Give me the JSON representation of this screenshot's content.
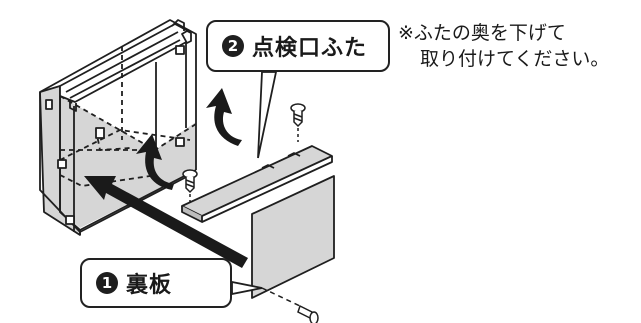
{
  "callouts": [
    {
      "number": "2",
      "label": "点検口ふた"
    },
    {
      "number": "1",
      "label": "裏板"
    }
  ],
  "note": {
    "mark": "※",
    "line1": "ふたの奥を下げて",
    "line2": "取り付けてください。"
  },
  "icons": [
    "screw-icon",
    "arrow-icon",
    "curved-arrow-icon"
  ],
  "colors": {
    "panel_fill": "#d6d6d6",
    "stroke": "#1f1f1f",
    "arrow": "#1a1a1a"
  }
}
